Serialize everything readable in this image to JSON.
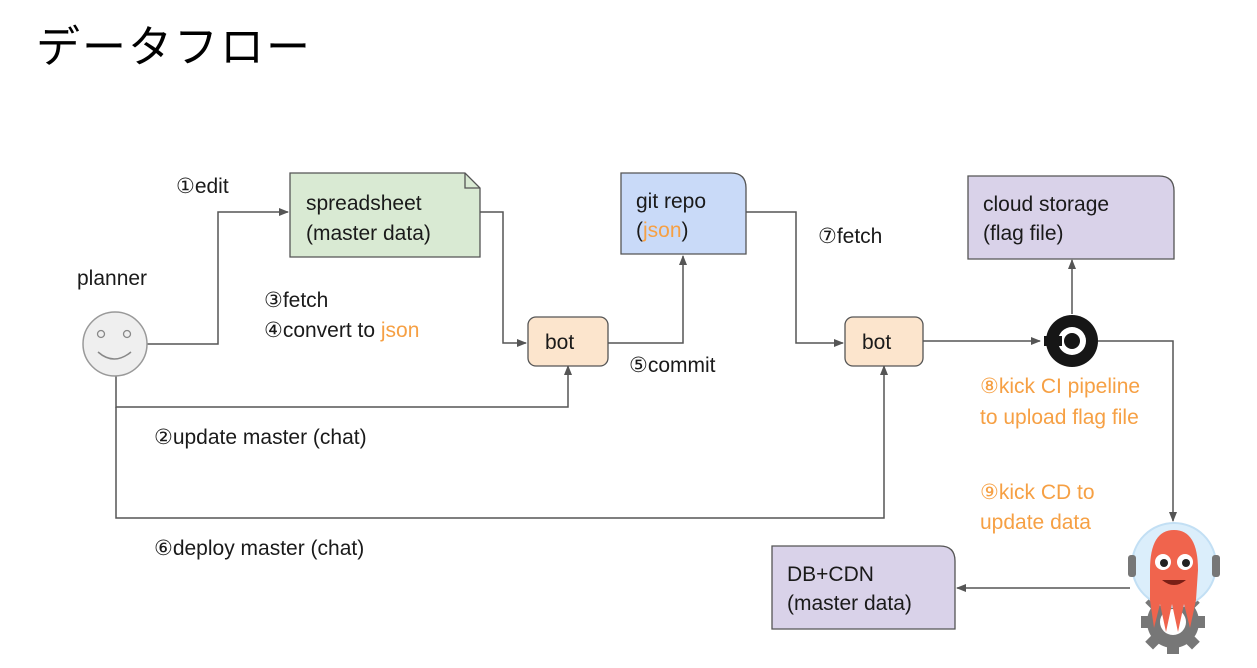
{
  "title": "データフロー",
  "nodes": {
    "planner": {
      "label": "planner",
      "icon": "smiley-face-icon"
    },
    "spreadsheet": {
      "line1": "spreadsheet",
      "line2": "(master data)",
      "color": "#d9ead3"
    },
    "bot1": {
      "label": "bot",
      "color": "#fce5cd"
    },
    "git_repo": {
      "line1": "git repo",
      "line2_open": "(",
      "line2_json": "json",
      "line2_close": ")",
      "color": "#c9daf8"
    },
    "bot2": {
      "label": "bot",
      "color": "#fce5cd"
    },
    "cloud_storage": {
      "line1": "cloud storage",
      "line2": "(flag file)",
      "color": "#d9d2e9"
    },
    "ci": {
      "icon": "circleci-icon"
    },
    "argo": {
      "icon": "argo-mascot-icon"
    },
    "db_cdn": {
      "line1": "DB+CDN",
      "line2": "(master data)",
      "color": "#d9d2e9"
    }
  },
  "edge_labels": {
    "edit": "①edit",
    "fetch3": "③fetch",
    "convert_prefix": "④convert to ",
    "convert_json": "json",
    "update_master": "②update master (chat)",
    "commit": "⑤commit",
    "deploy_master": "⑥deploy master (chat)",
    "fetch7": "⑦fetch",
    "kick_ci_1": "⑧kick CI pipeline",
    "kick_ci_2": "to upload flag file",
    "kick_cd_1": "⑨kick CD to",
    "kick_cd_2": "update data"
  },
  "colors": {
    "accent_orange": "#f6a044",
    "edge": "#555555"
  }
}
